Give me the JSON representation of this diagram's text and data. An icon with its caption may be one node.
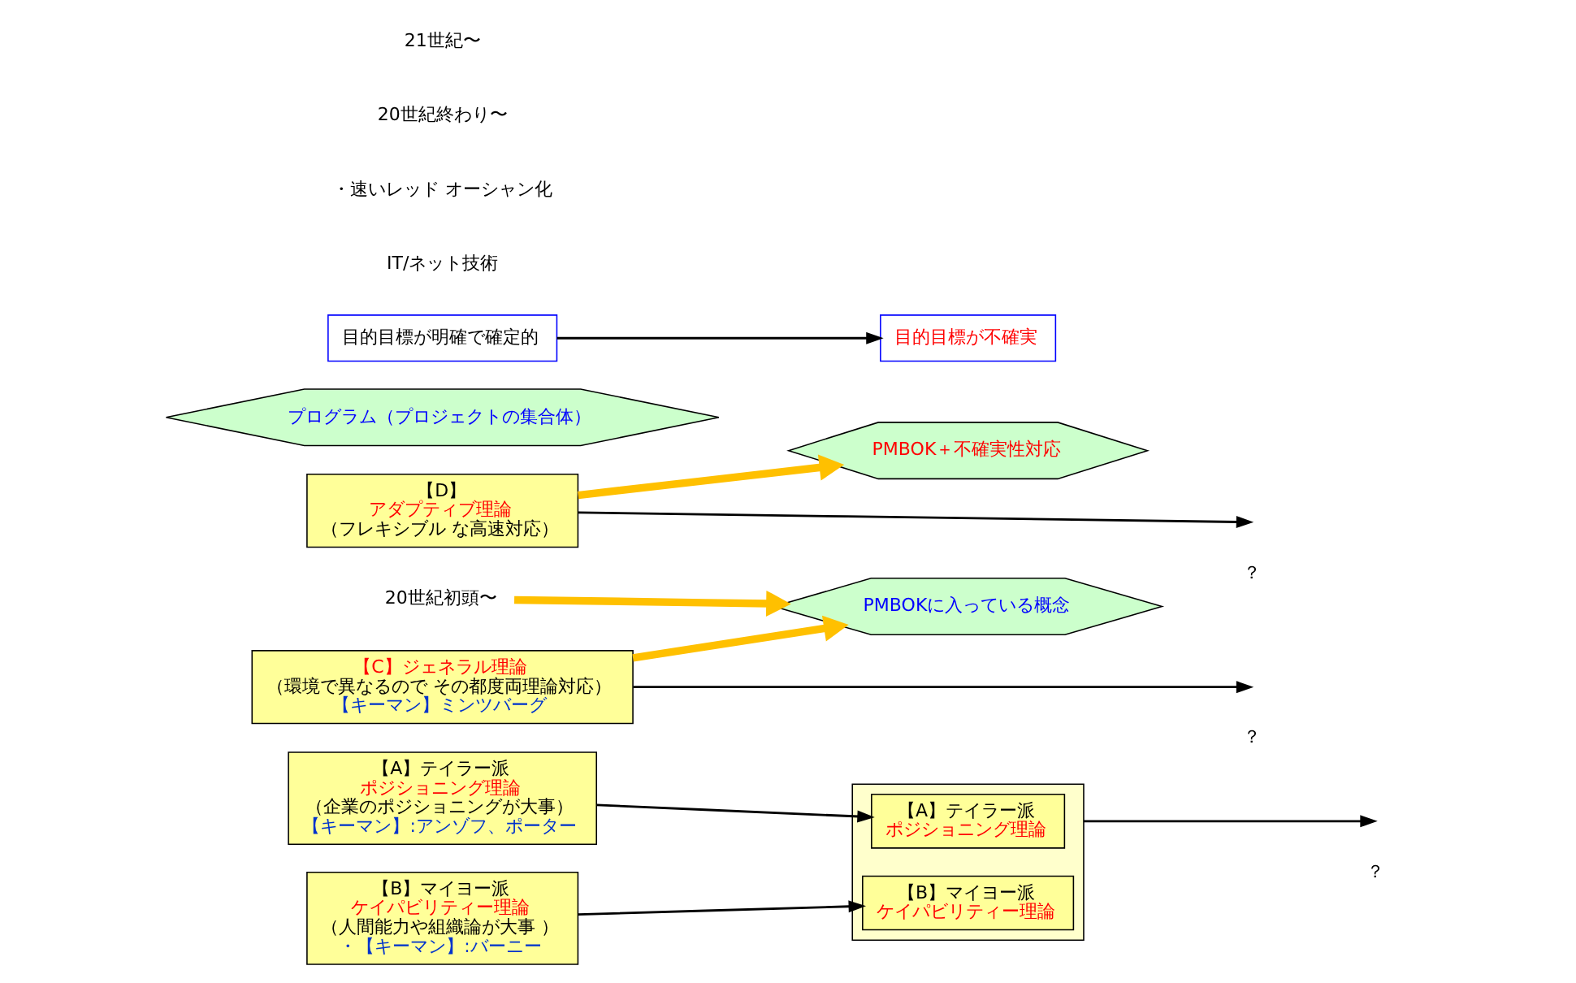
{
  "diagram": {
    "nodes": [
      {
        "text": [
          "【A】テイラー派",
          "ポジショニング理論",
          "（企業のポジショニングが大事）",
          "【キーマン】:アンゾフ、ポーター"
        ]
      },
      {
        "text": [
          "【B】マイヨー派",
          "ケイパビリティー理論",
          "（人間能力や組織論が大事 ）",
          "・【キーマン】:バーニー"
        ]
      },
      {
        "text": [],
        "shape": "box"
      },
      {
        "text": [
          "【A】テイラー派",
          "ポジショニング理論"
        ],
        "in": 2
      },
      {
        "text": [
          "【B】マイヨー派",
          "ケイパビリティー理論"
        ],
        "in": 2
      },
      {
        "text": [
          "【C】ジェネラル理論",
          "（環境で異なるので その都度両理論対応）",
          "【キーマン】ミンツバーグ"
        ]
      },
      {
        "text": [
          "【D】",
          "アダプティブ理論",
          "（フレキシブル な高速対応）"
        ]
      },
      {
        "text": [
          "20世紀初頭〜"
        ]
      },
      {
        "text": [
          "PMBOKに入っている概念"
        ]
      },
      {
        "text": [
          "PMBOK＋不確実性対応"
        ]
      },
      {
        "text": [
          "プログラム（プロジェクトの集合体）"
        ]
      },
      {
        "text": [
          "目的目標が明確で確定的"
        ]
      },
      {
        "text": [
          "目的目標が不確実"
        ]
      }
    ],
    "edges": [
      {
        "from": 0,
        "to": 3,
        "arrow": "to"
      },
      {
        "from": 1,
        "to": 4,
        "arrow": "to"
      },
      {
        "from": 2,
        "to": null,
        "arrow": "to"
      },
      {
        "from": 6,
        "to": null,
        "arrow": "to"
      },
      {
        "from": 5,
        "to": null,
        "arrow": "to"
      },
      {
        "from": 7,
        "to": 8,
        "arrow": "to",
        "style": "thick",
        "color": "#ffc000"
      },
      {
        "from": 5,
        "to": 8,
        "arrow": "to",
        "style": "thick",
        "color": "#ffc000"
      },
      {
        "from": 6,
        "to": 9,
        "arrow": "to",
        "style": "thick",
        "color": "#ffc000"
      },
      {
        "from": 11,
        "to": 12,
        "arrow": "to"
      }
    ],
    "labels": [
      "IT/ネット技術",
      "？",
      "？",
      "・速いレッド オーシャン化",
      "20世紀終わり〜",
      "21世紀〜",
      "？"
    ]
  }
}
